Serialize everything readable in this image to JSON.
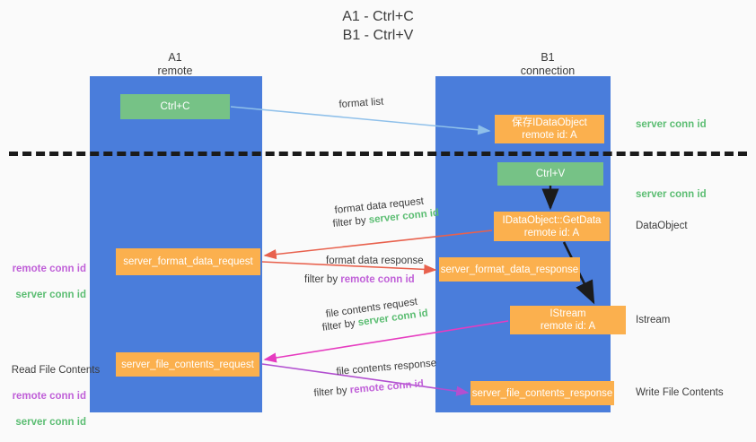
{
  "title": "A1 - Ctrl+C\nB1 - Ctrl+V",
  "columns": {
    "left": {
      "name": "A1",
      "role": "remote",
      "header": "A1\nremote"
    },
    "right": {
      "name": "B1",
      "role": "connection",
      "header": "B1\nconnection"
    }
  },
  "colors": {
    "lane": "#4a7ddb",
    "green_box": "#76c286",
    "orange_box": "#fbb04e",
    "background": "#fafafa",
    "server_conn_id": "#5bbd72",
    "remote_conn_id": "#c060d8",
    "arrow_light_blue": "#8fc0ea",
    "arrow_red": "#e8614d",
    "arrow_magenta": "#e63cc0",
    "arrow_purple": "#b24fd0",
    "arrow_black": "#1b1b1b",
    "dashed_line": "#1b1b1b"
  },
  "boxes": {
    "ctrl_c": "Ctrl+C",
    "save_idataobject": "保存IDataObject\nremote id: A",
    "ctrl_v": "Ctrl+V",
    "getdata": "IDataObject::GetData\nremote id: A",
    "server_format_data_request": "server_format_data_request",
    "server_format_data_response": "server_format_data_response",
    "istream": "IStream\nremote id: A",
    "server_file_contents_request": "server_file_contents_request",
    "server_file_contents_response": "server_file_contents_response"
  },
  "side_labels": {
    "server_conn_id_1": "server conn id",
    "server_conn_id_2": "server conn id",
    "dataobject": "DataObject",
    "istream": "Istream",
    "write_file_contents": "Write File Contents"
  },
  "left_labels": {
    "group_1": {
      "remote": "remote conn id",
      "server": "server conn id"
    },
    "group_2": {
      "heading": "Read File Contents",
      "remote": "remote conn id",
      "server": "server conn id"
    }
  },
  "edge_labels": {
    "format_list": "format list",
    "format_data_request": "format data request",
    "format_data_request_filter_prefix": "filter by ",
    "format_data_request_filter_value": "server conn id",
    "format_data_response": "format data response",
    "format_data_response_filter_prefix": "filter by ",
    "format_data_response_filter_value": "remote conn id",
    "file_contents_request": "file contents request",
    "file_contents_request_filter_prefix": "filter by ",
    "file_contents_request_filter_value": "server conn id",
    "file_contents_response": "file contents response",
    "file_contents_response_filter_prefix": "filter by ",
    "file_contents_response_filter_value": "remote conn id"
  }
}
